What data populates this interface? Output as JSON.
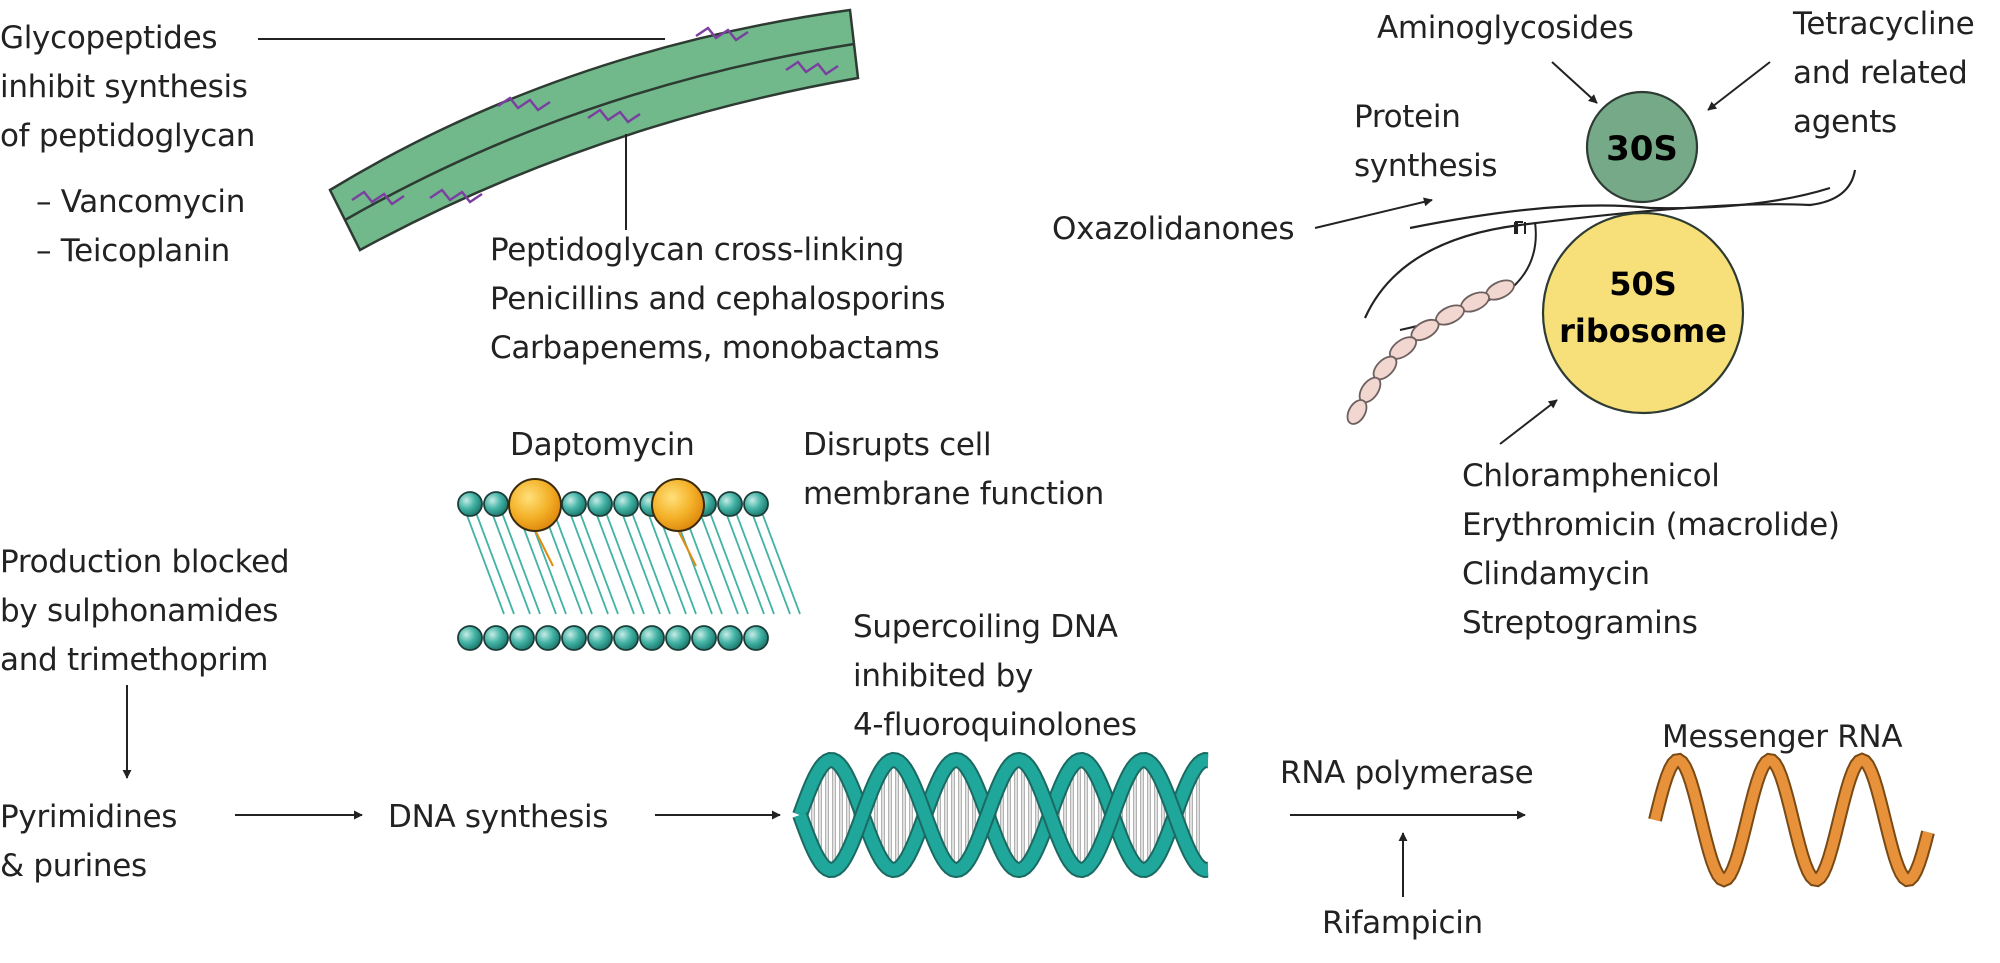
{
  "colors": {
    "cell_wall": "#71b98a",
    "cell_wall_edge": "#2d3b33",
    "crosslink": "#7b3fa0",
    "ribosome_30s": "#75a987",
    "ribosome_50s": "#f7e07a",
    "mrna_bead": "#f1d7d0",
    "membrane_head": "#43b3a5",
    "daptomycin": "#f4b229",
    "dna_strand": "#1fa79c",
    "dna_base": "#c9c9c9",
    "messenger_rna": "#e8913b",
    "text": "#222222"
  },
  "icons": [
    "cell-wall-icon",
    "ribosome-icon",
    "lipid-bilayer-icon",
    "dna-helix-icon",
    "mrna-helix-icon"
  ],
  "cell_wall": {
    "glycopeptides": [
      "Glycopeptides",
      "inhibit synthesis",
      "of peptidoglycan"
    ],
    "glycopeptide_drugs": [
      "– Vancomycin",
      "– Teicoplanin"
    ],
    "crosslinking": [
      "Peptidoglycan cross-linking",
      "Penicillins and cephalosporins",
      "Carbapenems, monobactams"
    ]
  },
  "ribosome": {
    "aminoglycosides": "Aminoglycosides",
    "tetracycline": [
      "Tetracycline",
      "and related",
      "agents"
    ],
    "protein_synthesis": [
      "Protein",
      "synthesis"
    ],
    "oxazolidanones": "Oxazolidanones",
    "label_30s": "30S",
    "label_50s_1": "50S",
    "label_50s_2": "ribosome",
    "drugs_50s": [
      "Chloramphenicol",
      "Erythromicin (macrolide)",
      "Clindamycin",
      "Streptogramins"
    ]
  },
  "membrane": {
    "daptomycin": "Daptomycin",
    "disrupts": [
      "Disrupts cell",
      "membrane function"
    ]
  },
  "dna": {
    "production_blocked": [
      "Production blocked",
      "by sulphonamides",
      "and trimethoprim"
    ],
    "pyrimidines": [
      "Pyrimidines",
      "& purines"
    ],
    "dna_synthesis": "DNA synthesis",
    "supercoiling": [
      "Supercoiling DNA",
      "inhibited by",
      "4-fluoroquinolones"
    ],
    "rna_polymerase": "RNA polymerase",
    "rifampicin": "Rifampicin",
    "messenger_rna": "Messenger RNA"
  }
}
